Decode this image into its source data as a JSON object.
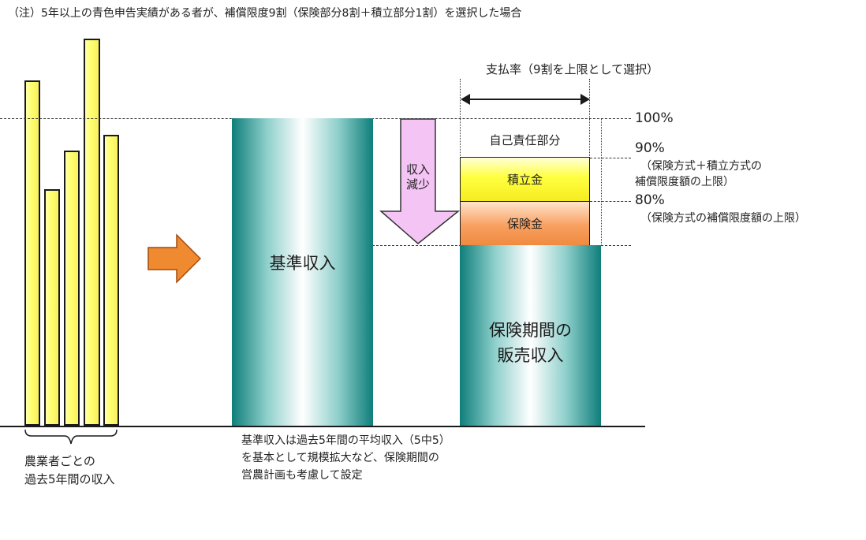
{
  "note": "（注）5年以上の青色申告実績がある者が、補償限度9割（保険部分8割＋積立部分1割）を選択した場合",
  "farmer_label_1": "農業者ごとの",
  "farmer_label_2": "過去5年間の収入",
  "standard_income_label": "基準収入",
  "standard_note_1": "基準収入は過去5年間の平均収入（5中5）",
  "standard_note_2": "を基本として規模拡大など、保険期間の",
  "standard_note_3": "営農計画も考慮して設定",
  "decrease_label_1": "収入",
  "decrease_label_2": "減少",
  "payment_rate_label": "支払率（9割を上限として選択）",
  "self_responsibility_label": "自己責任部分",
  "reserve_label": "積立金",
  "insurance_label": "保険金",
  "period_income_label_1": "保険期間の",
  "period_income_label_2": "販売収入",
  "pct_100": "100%",
  "pct_90": "90%",
  "pct_90_note_1": "（保険方式＋積立方式の",
  "pct_90_note_2": "補償限度額の上限）",
  "pct_80": "80%",
  "pct_80_note": "（保険方式の補償限度額の上限）",
  "colors": {
    "yellow_bar": "#ffff70",
    "teal": "#0f7e7a",
    "reserve": "#ffff40",
    "insurance": "#f8a060",
    "orange_arrow": "#f08a30",
    "pink_arrow": "#f4c4f4"
  }
}
